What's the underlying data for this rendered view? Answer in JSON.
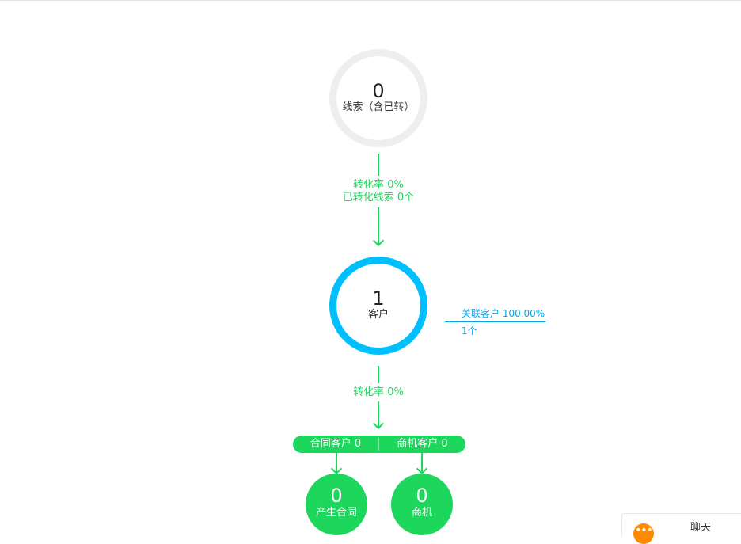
{
  "funnel": {
    "lead": {
      "count": "0",
      "label": "线索（含已转）"
    },
    "lead_to_customer": {
      "rate": "转化率 0%",
      "converted": "已转化线索 0个"
    },
    "customer": {
      "count": "1",
      "label": "客户"
    },
    "related_customers": {
      "label": "关联客户 100.00%",
      "count": "1个"
    },
    "customer_conversion": {
      "rate": "转化率 0%"
    },
    "split": {
      "contract_customers": "合同客户 0",
      "opportunity_customers": "商机客户 0"
    },
    "contracts": {
      "count": "0",
      "label": "产生合同"
    },
    "opportunities": {
      "count": "0",
      "label": "商机"
    }
  },
  "chat": {
    "icon": "chat-bubble-icon",
    "icon_glyph": "•••",
    "label": "聊天"
  },
  "colors": {
    "green": "#1dd65c",
    "blue": "#00bfff",
    "gray_ring": "#eeeeee",
    "orange": "#ff8a00"
  }
}
